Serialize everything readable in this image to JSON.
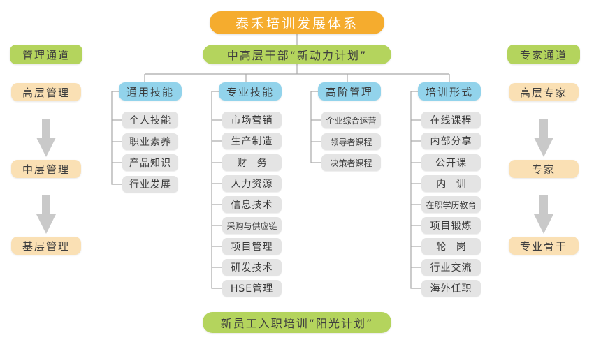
{
  "diagram": {
    "title": "泰禾培训发展体系",
    "subtitle": "中高层干部“新动力计划”",
    "footer": "新员工入职培训“阳光计划”"
  },
  "left_channel": {
    "header": "管理通道",
    "levels": [
      {
        "label": "高层管理"
      },
      {
        "label": "中层管理"
      },
      {
        "label": "基层管理"
      }
    ],
    "arrow_icon": "arrow-up-icon"
  },
  "right_channel": {
    "header": "专家通道",
    "levels": [
      {
        "label": "高层专家"
      },
      {
        "label": "专家"
      },
      {
        "label": "专业骨干"
      }
    ],
    "arrow_icon": "arrow-up-icon"
  },
  "columns": [
    {
      "header": "通用技能",
      "items": [
        "个人技能",
        "职业素养",
        "产品知识",
        "行业发展"
      ]
    },
    {
      "header": "专业技能",
      "items": [
        "市场营销",
        "生产制造",
        "财 务",
        "人力资源",
        "信息技术",
        "采购与供应链",
        "项目管理",
        "研发技术",
        "HSE管理"
      ]
    },
    {
      "header": "高阶管理",
      "items": [
        "企业综合运营",
        "领导者课程",
        "决策者课程"
      ]
    },
    {
      "header": "培训形式",
      "items": [
        "在线课程",
        "内部分享",
        "公开课",
        "内 训",
        "在职学历教育",
        "项目锻炼",
        "轮 岗",
        "行业交流",
        "海外任职"
      ]
    }
  ],
  "colors": {
    "title_orange": "#F5AC2E",
    "green": "#B4D45D",
    "peach": "#FAE0B4",
    "blue": "#92D3EB",
    "gray": "#E4E4E4",
    "connector": "#A9A9A9",
    "arrow": "#C9C9C9"
  }
}
